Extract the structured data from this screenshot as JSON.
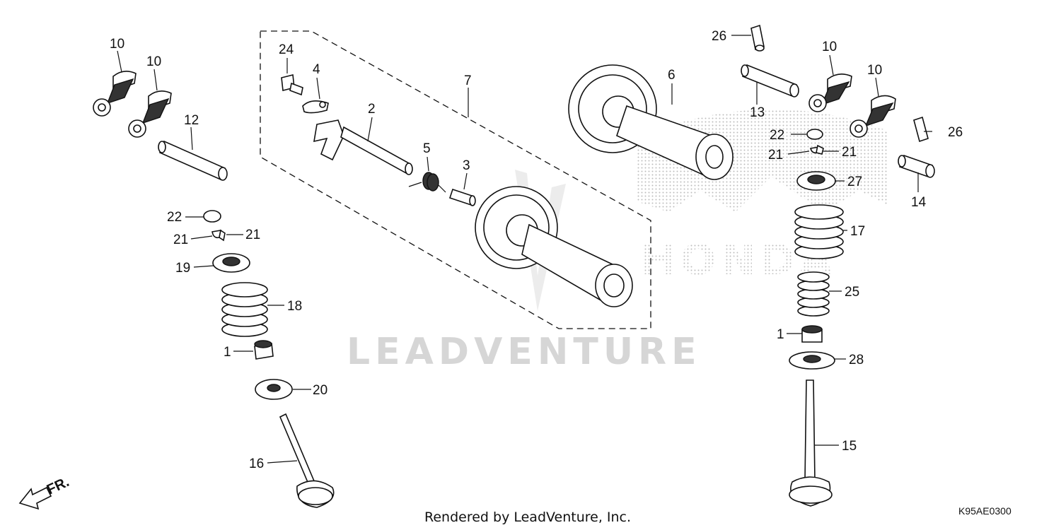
{
  "diagram": {
    "part_labels": {
      "l10a": "10",
      "l10b": "10",
      "l12": "12",
      "l22a": "22",
      "l21a": "21",
      "l21b": "21",
      "l19": "19",
      "l18": "18",
      "l1a": "1",
      "l20": "20",
      "l16": "16",
      "l24": "24",
      "l4": "4",
      "l2": "2",
      "l5": "5",
      "l3": "3",
      "l7": "7",
      "l6": "6",
      "l26a": "26",
      "l13": "13",
      "l10c": "10",
      "l10d": "10",
      "l22b": "22",
      "l21c": "21",
      "l21d": "21",
      "l26b": "26",
      "l27": "27",
      "l14": "14",
      "l17": "17",
      "l25": "25",
      "l1b": "1",
      "l28": "28",
      "l15": "15"
    },
    "direction_label": "FR.",
    "watermark": "LEADVENTURE",
    "brand_watermark": "HONDA",
    "footer": "Rendered by LeadVenture, Inc.",
    "diagram_code": "K95AE0300"
  }
}
